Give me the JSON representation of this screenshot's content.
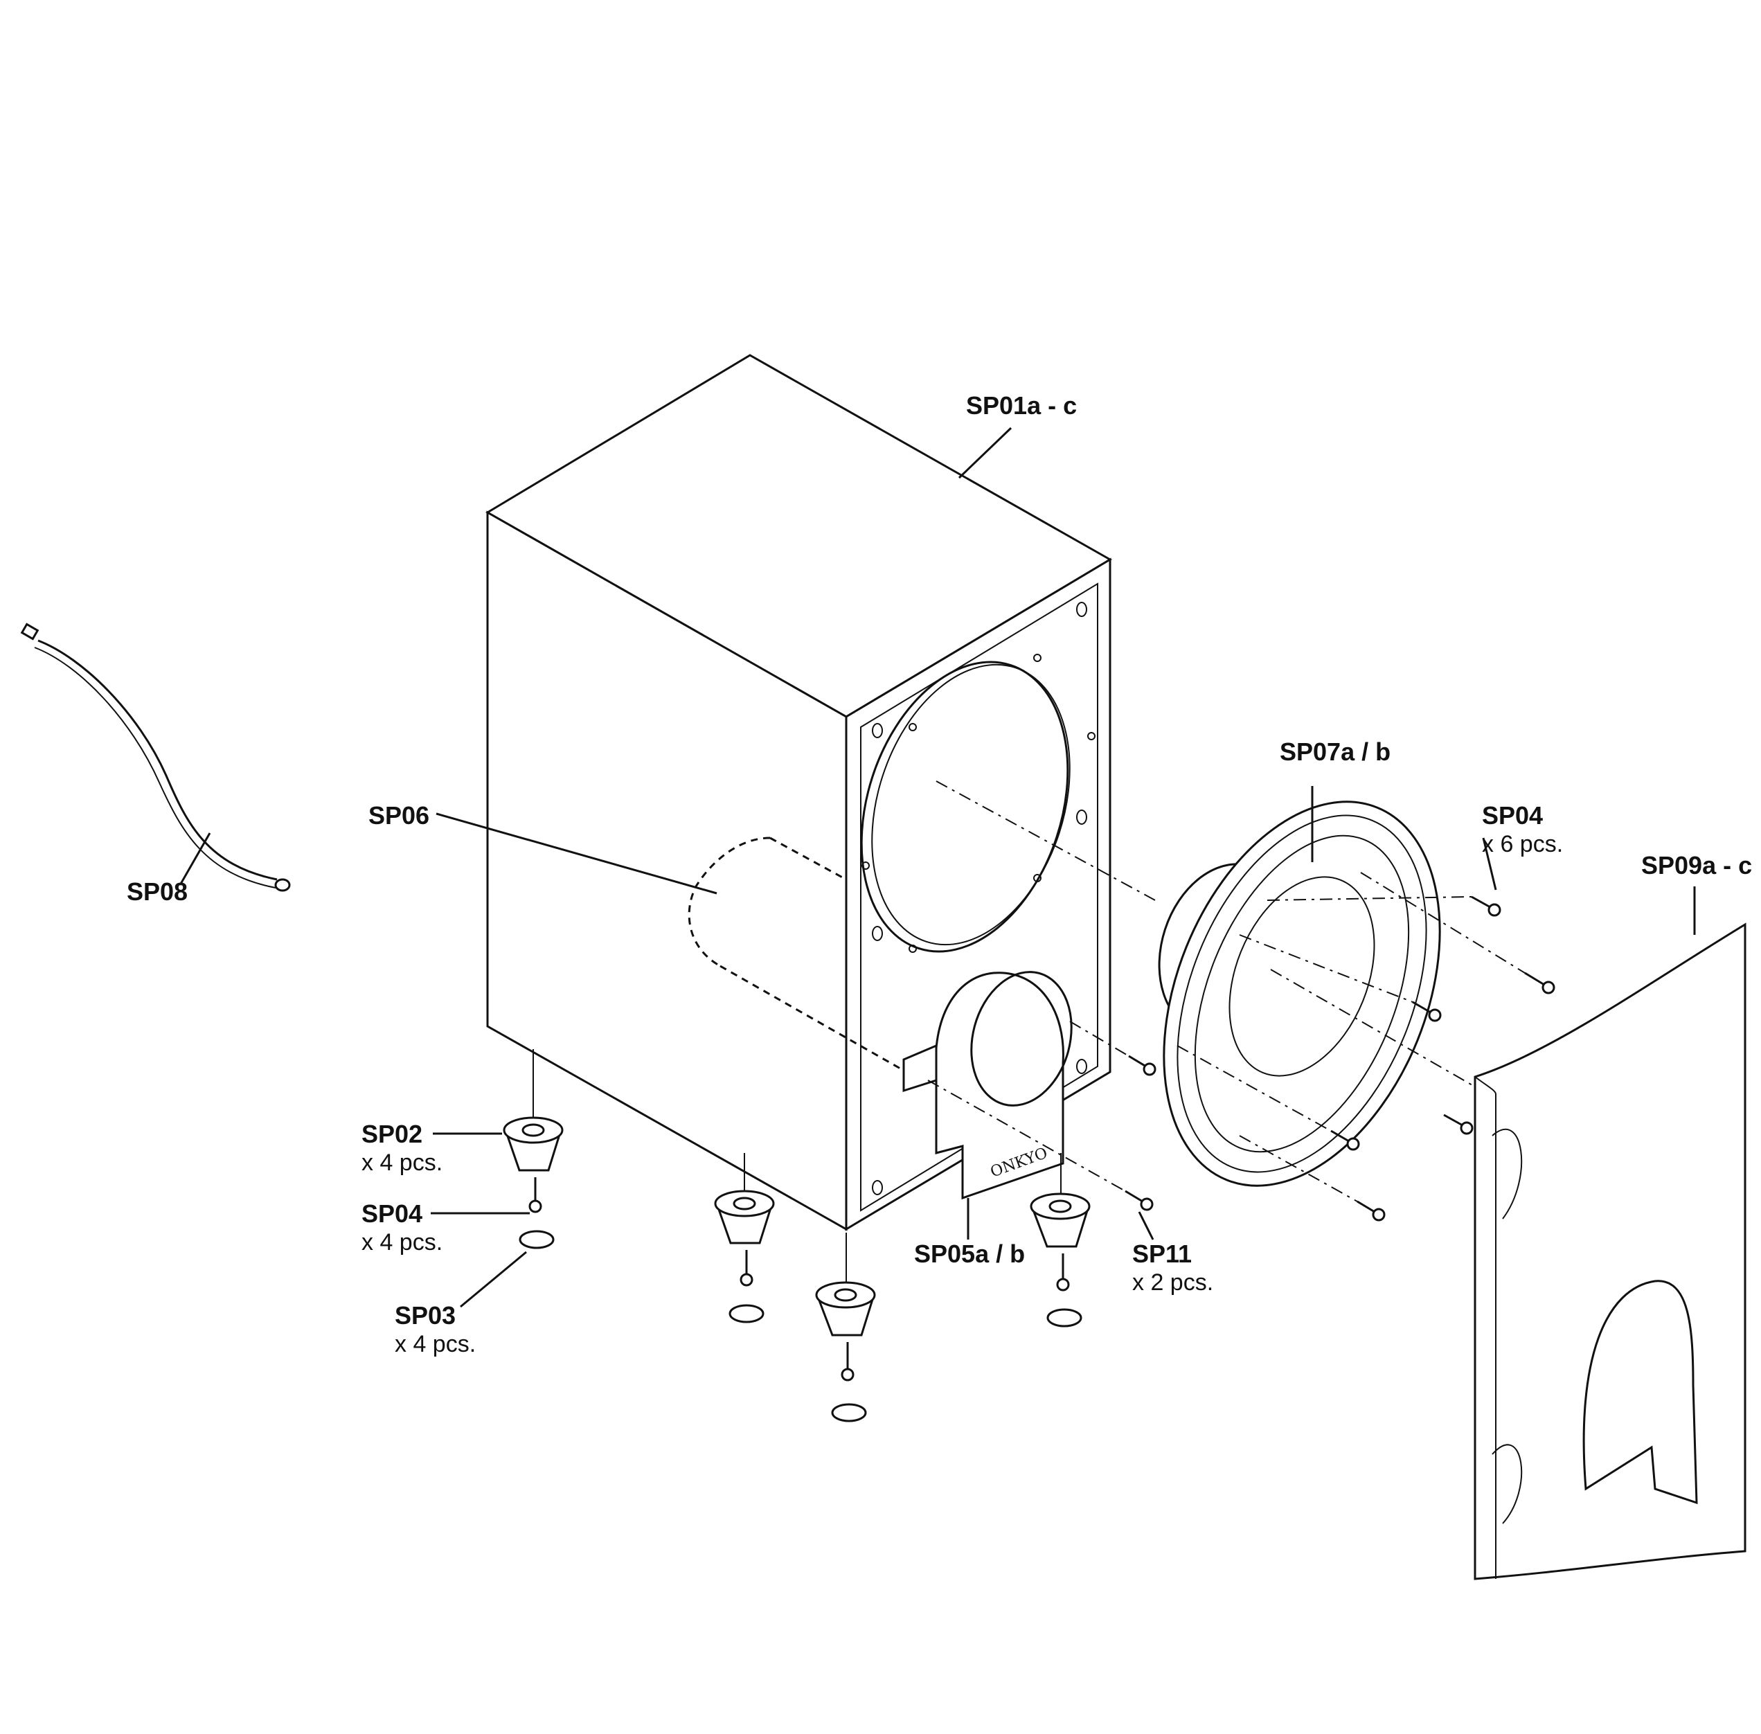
{
  "diagram": {
    "brand_mark": "ONKYO",
    "labels": {
      "sp01": "SP01a - c",
      "sp02": "SP02",
      "sp02_qty": "x 4 pcs.",
      "sp03": "SP03",
      "sp03_qty": "x 4 pcs.",
      "sp04_front": "SP04",
      "sp04_front_qty": "x 6 pcs.",
      "sp04_feet": "SP04",
      "sp04_feet_qty": "x 4 pcs.",
      "sp05": "SP05a / b",
      "sp06": "SP06",
      "sp07": "SP07a / b",
      "sp08": "SP08",
      "sp09": "SP09a - c",
      "sp11": "SP11",
      "sp11_qty": "x 2 pcs."
    }
  }
}
